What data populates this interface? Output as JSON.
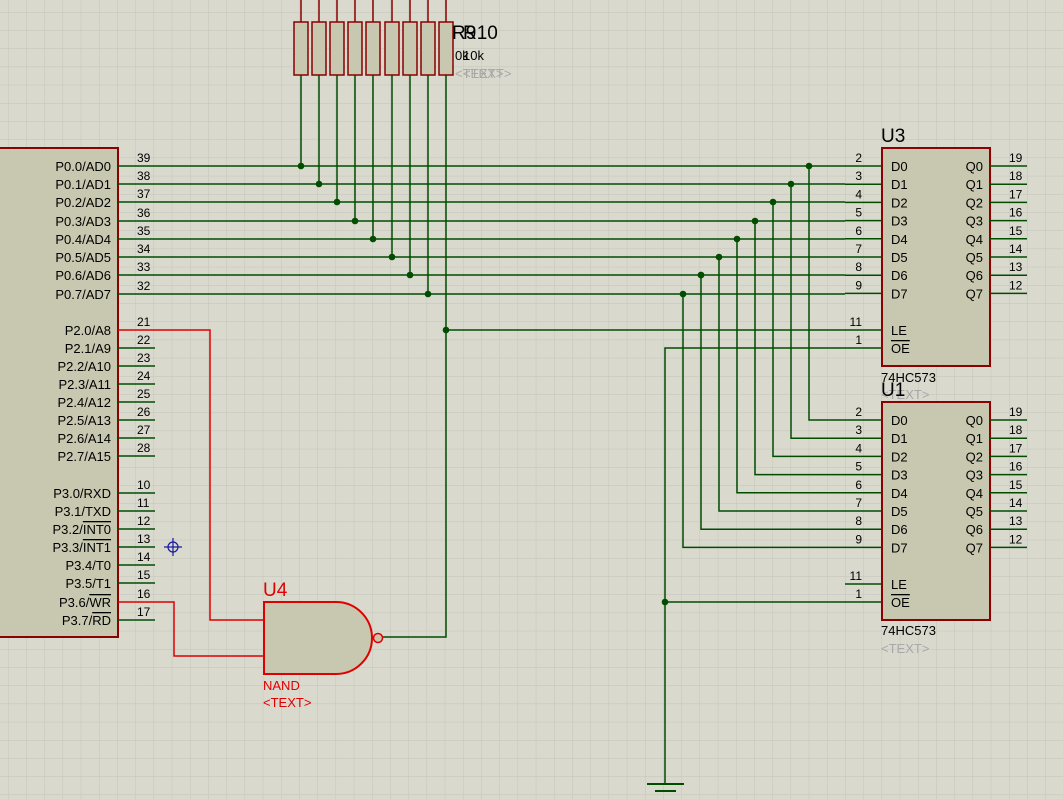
{
  "colors": {
    "background": "#d9d9ce",
    "grid": "#c4c4b8",
    "wire": "#004d00",
    "red_wire": "#e00000",
    "body_fill": "#c8c8b0",
    "body_stroke": "#8b0000",
    "text": "#000000",
    "red_text": "#e00000",
    "grey_text": "#a8a8a8",
    "marker": "#1a1aa0"
  },
  "mcu": {
    "pins": [
      {
        "label": "P0.0/AD0",
        "num": "39"
      },
      {
        "label": "P0.1/AD1",
        "num": "38"
      },
      {
        "label": "P0.2/AD2",
        "num": "37"
      },
      {
        "label": "P0.3/AD3",
        "num": "36"
      },
      {
        "label": "P0.4/AD4",
        "num": "35"
      },
      {
        "label": "P0.5/AD5",
        "num": "34"
      },
      {
        "label": "P0.6/AD6",
        "num": "33"
      },
      {
        "label": "P0.7/AD7",
        "num": "32"
      },
      {
        "label": "P2.0/A8",
        "num": "21"
      },
      {
        "label": "P2.1/A9",
        "num": "22"
      },
      {
        "label": "P2.2/A10",
        "num": "23"
      },
      {
        "label": "P2.3/A11",
        "num": "24"
      },
      {
        "label": "P2.4/A12",
        "num": "25"
      },
      {
        "label": "P2.5/A13",
        "num": "26"
      },
      {
        "label": "P2.6/A14",
        "num": "27"
      },
      {
        "label": "P2.7/A15",
        "num": "28"
      },
      {
        "label": "P3.0/RXD",
        "num": "10"
      },
      {
        "label": "P3.1/TXD",
        "num": "11"
      },
      {
        "label": "P3.2/INT0",
        "num": "12"
      },
      {
        "label": "P3.3/INT1",
        "num": "13"
      },
      {
        "label": "P3.4/T0",
        "num": "14"
      },
      {
        "label": "P3.5/T1",
        "num": "15"
      },
      {
        "label": "P3.6/WR",
        "num": "16"
      },
      {
        "label": "P3.7/RD",
        "num": "17"
      }
    ]
  },
  "resistor_labels": {
    "ref_overlap": "R9",
    "ref": "R10",
    "value_overlap": "0k",
    "value": "10k",
    "text_overlap": "<TEXT>",
    "text": "<TEXT>"
  },
  "latch_pins": {
    "inputs": [
      {
        "name": "D0",
        "num": "2"
      },
      {
        "name": "D1",
        "num": "3"
      },
      {
        "name": "D2",
        "num": "4"
      },
      {
        "name": "D3",
        "num": "5"
      },
      {
        "name": "D4",
        "num": "6"
      },
      {
        "name": "D5",
        "num": "7"
      },
      {
        "name": "D6",
        "num": "8"
      },
      {
        "name": "D7",
        "num": "9"
      }
    ],
    "outputs": [
      {
        "name": "Q0",
        "num": "19"
      },
      {
        "name": "Q1",
        "num": "18"
      },
      {
        "name": "Q2",
        "num": "17"
      },
      {
        "name": "Q3",
        "num": "16"
      },
      {
        "name": "Q4",
        "num": "15"
      },
      {
        "name": "Q5",
        "num": "14"
      },
      {
        "name": "Q6",
        "num": "13"
      },
      {
        "name": "Q7",
        "num": "12"
      }
    ],
    "le": {
      "name": "LE",
      "num": "11"
    },
    "oe": {
      "name": "OE",
      "num": "1"
    }
  },
  "latches": [
    {
      "ref": "U3",
      "part": "74HC573",
      "text": "<TEXT>"
    },
    {
      "ref": "U1",
      "part": "74HC573",
      "text": "<TEXT>"
    }
  ],
  "gate": {
    "ref": "U4",
    "part": "NAND",
    "text": "<TEXT>"
  }
}
